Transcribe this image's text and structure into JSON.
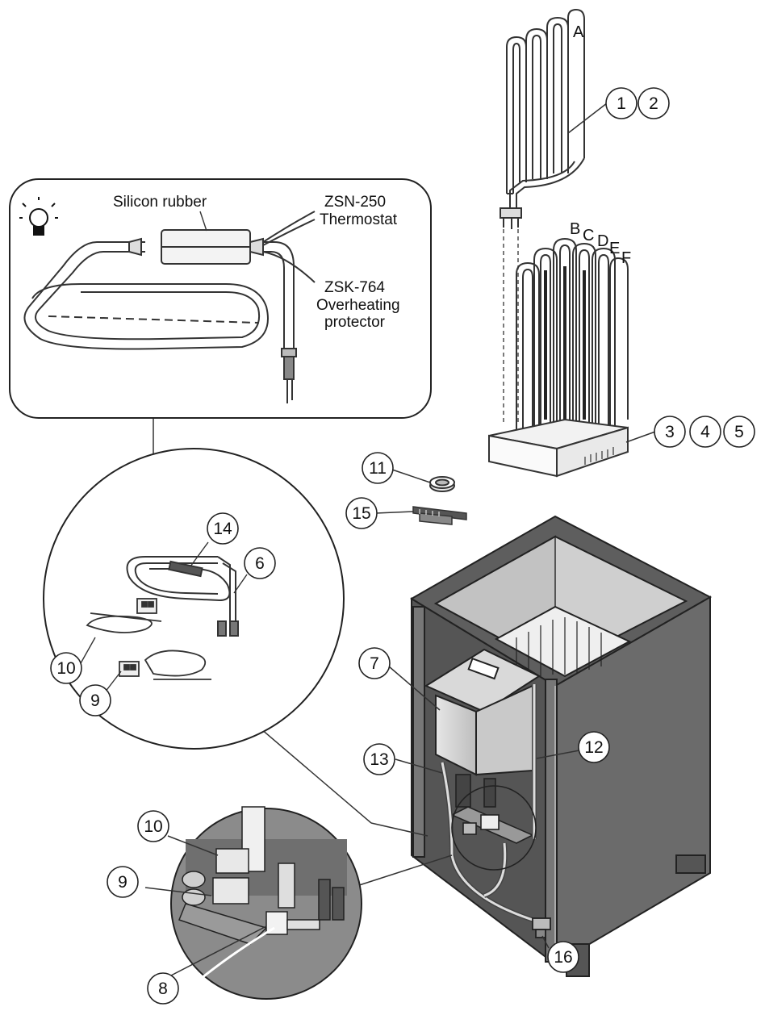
{
  "callouts": {
    "n1": "1",
    "n2": "2",
    "n3": "3",
    "n4": "4",
    "n5": "5",
    "n6": "6",
    "n7": "7",
    "n8": "8",
    "n9a": "9",
    "n9b": "9",
    "n10a": "10",
    "n10b": "10",
    "n11": "11",
    "n12": "12",
    "n13": "13",
    "n14": "14",
    "n15": "15",
    "n16": "16"
  },
  "element_letters": {
    "a": "A",
    "b": "B",
    "c": "C",
    "d": "D",
    "e": "E",
    "f": "F"
  },
  "detail_labels": {
    "silicon_rubber": "Silicon rubber",
    "thermostat_model": "ZSN-250",
    "thermostat": "Thermostat",
    "protector_model": "ZSK-764",
    "protector_line1": "Overheating",
    "protector_line2": "protector"
  },
  "icons": {
    "tip": "lightbulb-icon"
  }
}
